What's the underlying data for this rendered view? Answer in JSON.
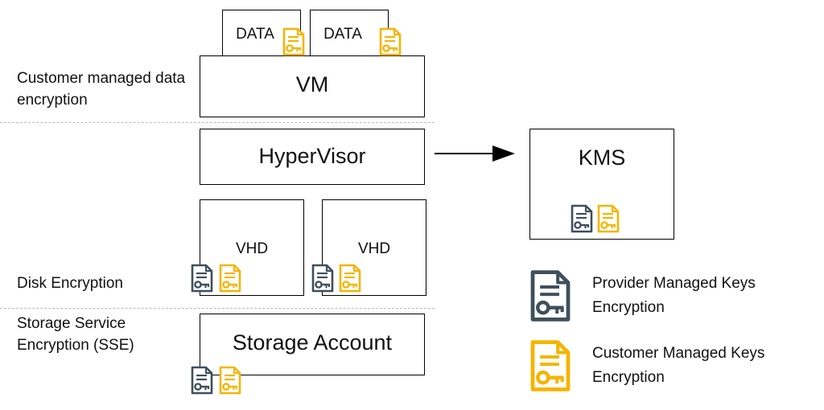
{
  "labels": {
    "customer_managed": "Customer managed data encryption",
    "disk_encryption": "Disk Encryption",
    "storage_service": "Storage Service Encryption (SSE)"
  },
  "boxes": {
    "data_1": "DATA",
    "data_2": "DATA",
    "vm": "VM",
    "hypervisor": "HyperVisor",
    "kms": "KMS",
    "vhd_1": "VHD",
    "vhd_2": "VHD",
    "storage": "Storage Account"
  },
  "legend": {
    "provider": "Provider Managed Keys Encryption",
    "customer": "Customer Managed Keys Encryption"
  },
  "icons": {
    "provider_key": "provider-managed-key-document-icon",
    "customer_key": "customer-managed-key-document-icon"
  },
  "colors": {
    "provider": "#3f4f5c",
    "customer": "#f5b400"
  }
}
